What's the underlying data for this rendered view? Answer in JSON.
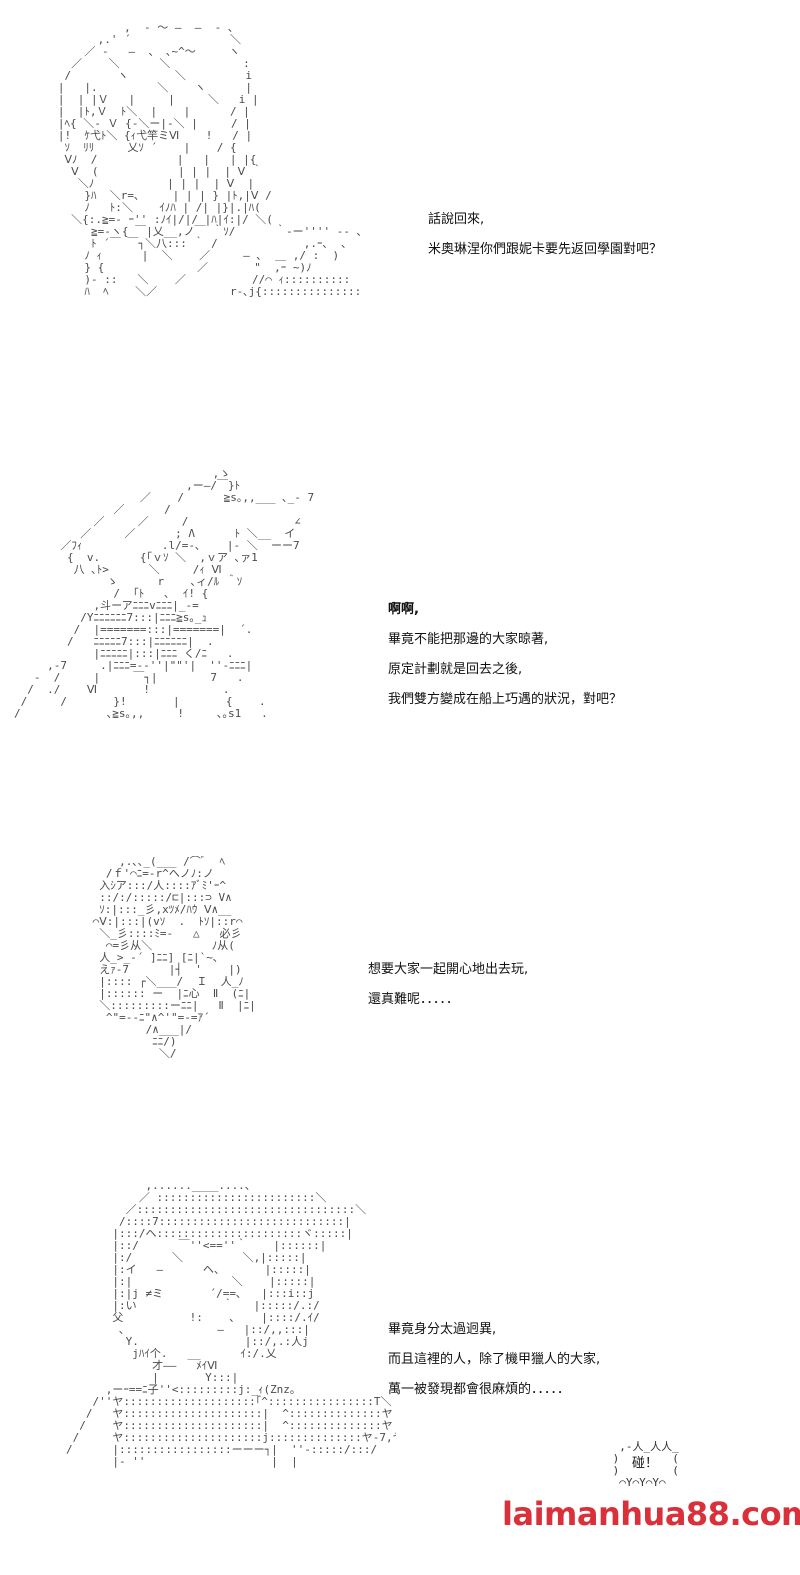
{
  "panels": [
    {
      "lines": [
        "話說回來,",
        "米奧琳涅你們跟妮卡要先返回學園對吧？"
      ]
    },
    {
      "lines": [
        "啊啊,",
        "畢竟不能把那邊的大家晾著,",
        "原定計劃就是回去之後,",
        "我們雙方變成在船上巧遇的狀況，對吧？"
      ]
    },
    {
      "lines": [
        "想要大家一起開心地出去玩,",
        "還真難呢．．．．．"
      ]
    },
    {
      "lines": [
        "畢竟身分太過迥異,",
        "而且這裡的人，除了機甲獵人的大家,",
        "萬一被發現都會很麻煩的．．．．．"
      ]
    }
  ],
  "sfx": {
    "text": "碰！"
  },
  "watermark": {
    "text": "laimanhua88.com",
    "color": "#d9303a"
  }
}
